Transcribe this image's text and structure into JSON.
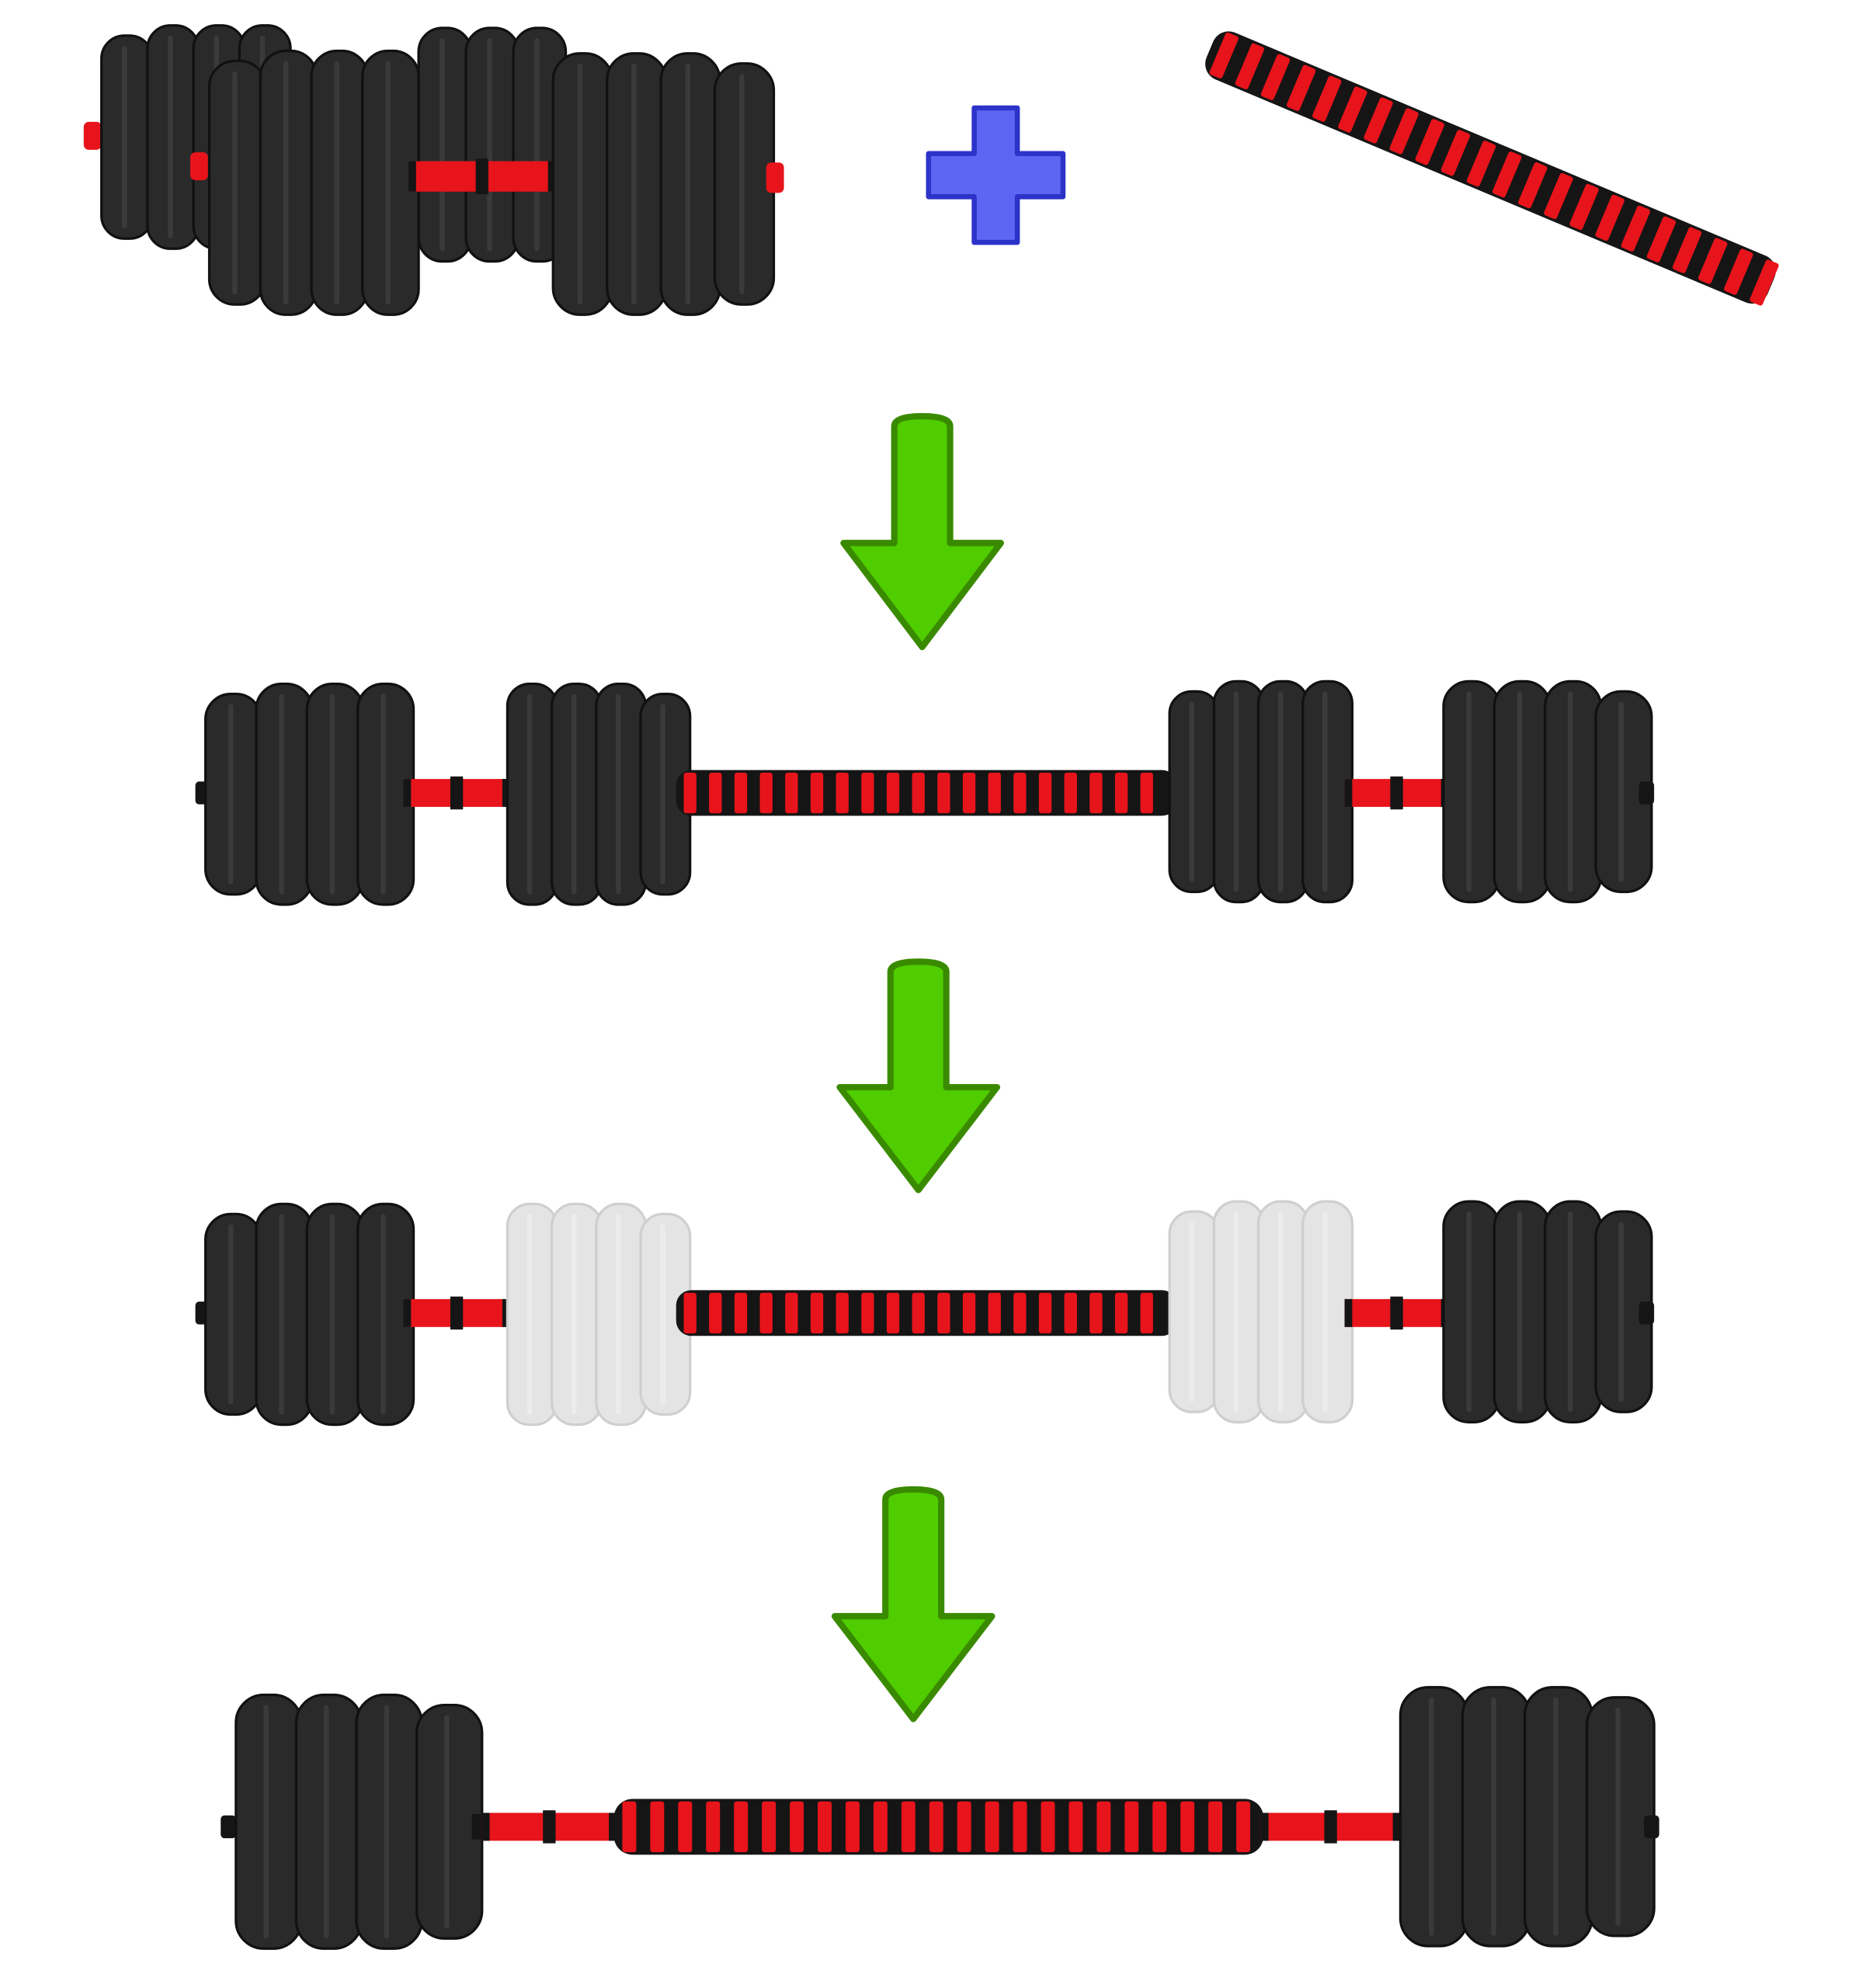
{
  "colors": {
    "background": "#ffffff",
    "plate": "#2a2a2a",
    "plate_edge": "#111111",
    "plate_ghost": "#e4e4e4",
    "plate_ghost_edge": "#cfcfcf",
    "bar_red": "#e8141b",
    "bar_black": "#151515",
    "plus_fill": "#5c66f2",
    "plus_stroke": "#2b33c9",
    "arrow_fill": "#4fcd00",
    "arrow_stroke": "#3a8a00"
  },
  "icons": {
    "plus": "plus-icon",
    "arrow": "arrow-down-icon"
  },
  "steps": [
    {
      "name": "dumbbell-pair-plus-connector"
    },
    {
      "name": "barbell-assembly-with-dumbbells"
    },
    {
      "name": "barbell-inner-plates-removed"
    },
    {
      "name": "barbell-final"
    }
  ]
}
